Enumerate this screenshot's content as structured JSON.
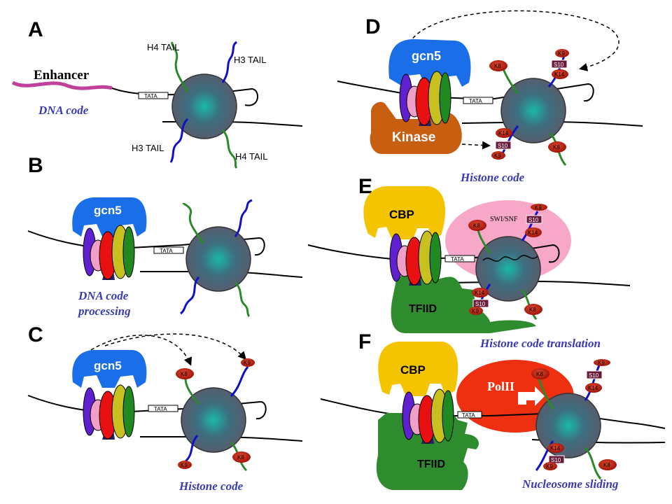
{
  "panels": {
    "a": {
      "letter": "A",
      "enhancer": "Enhancer",
      "caption": "DNA code",
      "tata": "TATA",
      "tails": {
        "h4_top": "H4 TAIL",
        "h3_top": "H3 TAIL",
        "h3_bottom": "H3 TAIL",
        "h4_bottom": "H4 TAIL"
      }
    },
    "b": {
      "letter": "B",
      "complex": "gcn5",
      "tata": "TATA",
      "caption_line1": "DNA code",
      "caption_line2": "processing"
    },
    "c": {
      "letter": "C",
      "complex": "gcn5",
      "tata": "TATA",
      "caption": "Histone code",
      "marks": {
        "k8_top": "K8",
        "k9_top": "K9",
        "k9_bottom": "K9",
        "k8_bottom": "K8"
      }
    },
    "d": {
      "letter": "D",
      "complex": "gcn5",
      "kinase": "Kinase",
      "tata": "TATA",
      "caption": "Histone code",
      "marks": {
        "k8_top": "K8",
        "k9_top": "K9",
        "s10_top": "S10",
        "k14_top": "K14",
        "k14_bottom": "K14",
        "s10_bottom": "S10",
        "k9_bottom": "K9",
        "k8_bottom": "K8"
      }
    },
    "e": {
      "letter": "E",
      "cbp": "CBP",
      "tfiid": "TFIID",
      "swisnf": "SWI/SNF",
      "tata": "TATA",
      "caption": "Histone code translation",
      "marks": {
        "k8_top": "K8",
        "k9_top": "K9",
        "s10_top": "S10",
        "k14_top": "K14",
        "k14_bottom": "K14",
        "s10_bottom": "S10",
        "k9_bottom": "K9",
        "k8_bottom": "K8"
      }
    },
    "f": {
      "letter": "F",
      "cbp": "CBP",
      "tfiid": "TFIID",
      "pol": "PolII",
      "tata": "TATA",
      "caption": "Nucleosome sliding",
      "marks": {
        "k8_top": "K8",
        "k9_top": "K9",
        "s10_top": "S10",
        "k14_top": "K14",
        "k14_bottom": "K14",
        "s10_bottom": "S10",
        "k9_bottom": "K9",
        "k8_bottom": "K8"
      }
    }
  },
  "colors": {
    "gcn5": "#1a6ee8",
    "kinase": "#c85f10",
    "cbp": "#f5c400",
    "tfiid": "#2e8b2e",
    "swisnf": "#f7a8c8",
    "polii": "#ee3010",
    "mark": "#c01e10",
    "serine": "#6a1a3a",
    "h3": "#1010c8",
    "h4": "#2a8a2a",
    "enhancer": "#c0409a",
    "caption": "#3a3ab0"
  }
}
